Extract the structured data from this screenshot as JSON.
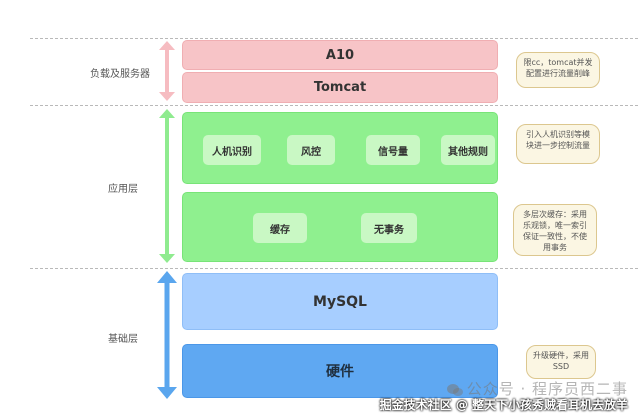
{
  "layers": {
    "lb": {
      "label": "负载及服务器",
      "blocks": {
        "a10": "A10",
        "tomcat": "Tomcat"
      },
      "note": "限cc，tomcat并发配置进行流量削峰"
    },
    "app": {
      "label": "应用层",
      "row1": [
        "人机识别",
        "风控",
        "信号量",
        "其他规则"
      ],
      "row2": [
        "缓存",
        "无事务"
      ],
      "note1": "引入人机识别等模块进一步控制流量",
      "note2": "多层次缓存：采用乐观锁，唯一索引保证一致性，不使用事务"
    },
    "base": {
      "label": "基础层",
      "blocks": {
        "mysql": "MySQL",
        "hardware": "硬件"
      },
      "note": "升级硬件，采用SSD"
    }
  },
  "watermark": {
    "line1": "公众号 · 程序员西二事",
    "line2": "掘金技术社区 @ 整天下小孩秀贼看耳机去放羊"
  },
  "colors": {
    "lb_arrow": "#f6bcc1",
    "app_arrow": "#8feb8f",
    "base_arrow": "#5aa6ee"
  }
}
